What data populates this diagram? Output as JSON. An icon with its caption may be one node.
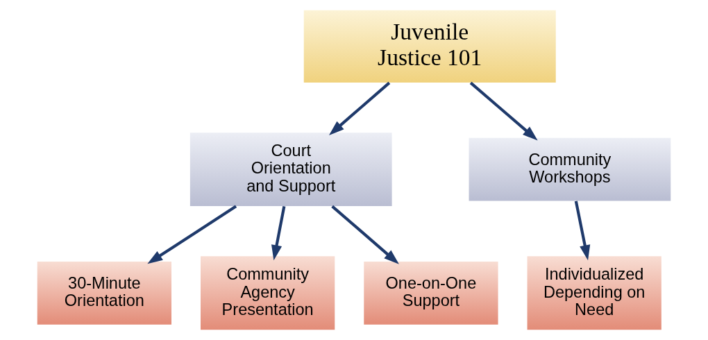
{
  "diagram": {
    "nodes": [
      {
        "text": [
          "Juvenile Justice 101"
        ]
      },
      {
        "text": [
          "Court Orientation and Support"
        ]
      },
      {
        "text": [
          "Community Workshops"
        ]
      },
      {
        "text": [
          "30-Minute Orientation"
        ]
      },
      {
        "text": [
          "Community Agency Presentation"
        ]
      },
      {
        "text": [
          "One-on-One Support"
        ]
      },
      {
        "text": [
          "Individualized Depending on Need"
        ]
      }
    ],
    "edges": [
      {
        "from": 0,
        "to": 1,
        "arrow": "to"
      },
      {
        "from": 0,
        "to": 2,
        "arrow": "to"
      },
      {
        "from": 1,
        "to": 3,
        "arrow": "to"
      },
      {
        "from": 1,
        "to": 4,
        "arrow": "to"
      },
      {
        "from": 1,
        "to": 5,
        "arrow": "to"
      },
      {
        "from": 2,
        "to": 6,
        "arrow": "to"
      }
    ]
  }
}
